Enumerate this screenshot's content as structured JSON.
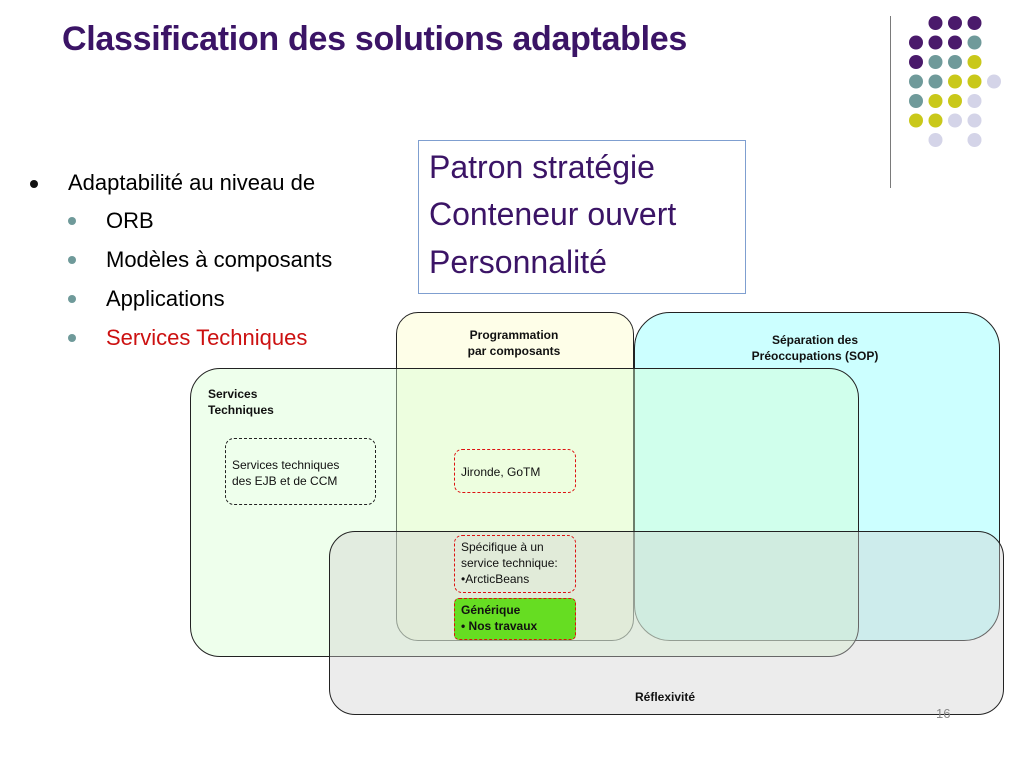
{
  "title": "Classification des solutions adaptables",
  "bullets": {
    "main": "Adaptabilité au niveau de",
    "sub": [
      "ORB",
      "Modèles à composants",
      "Applications",
      "Services Techniques"
    ]
  },
  "concepts": [
    "Patron stratégie",
    "Conteneur ouvert",
    "Personnalité"
  ],
  "regions": {
    "programmation": [
      "Programmation",
      "par composants"
    ],
    "sop": [
      "Séparation des",
      "Préoccupations (SOP)"
    ],
    "services": [
      "Services",
      "Techniques"
    ],
    "reflexivite": "Réflexivité"
  },
  "boxes": {
    "ejb_ccm": [
      "Services techniques",
      "des EJB et de CCM"
    ],
    "jironde": "Jironde, GoTM",
    "specifique": [
      "Spécifique à un",
      "service technique:",
      "•ArcticBeans"
    ],
    "generique": [
      "Générique",
      "• Nos travaux"
    ]
  },
  "slide_number": "16",
  "colors": {
    "title": "#3b1466",
    "highlight_red": "#cc1111",
    "generique_fill": "#66dd22",
    "purple": "#4a1a6b",
    "teal": "#6f9a9a",
    "yellow": "#c9c81a",
    "lavender": "#d4d4e8"
  }
}
